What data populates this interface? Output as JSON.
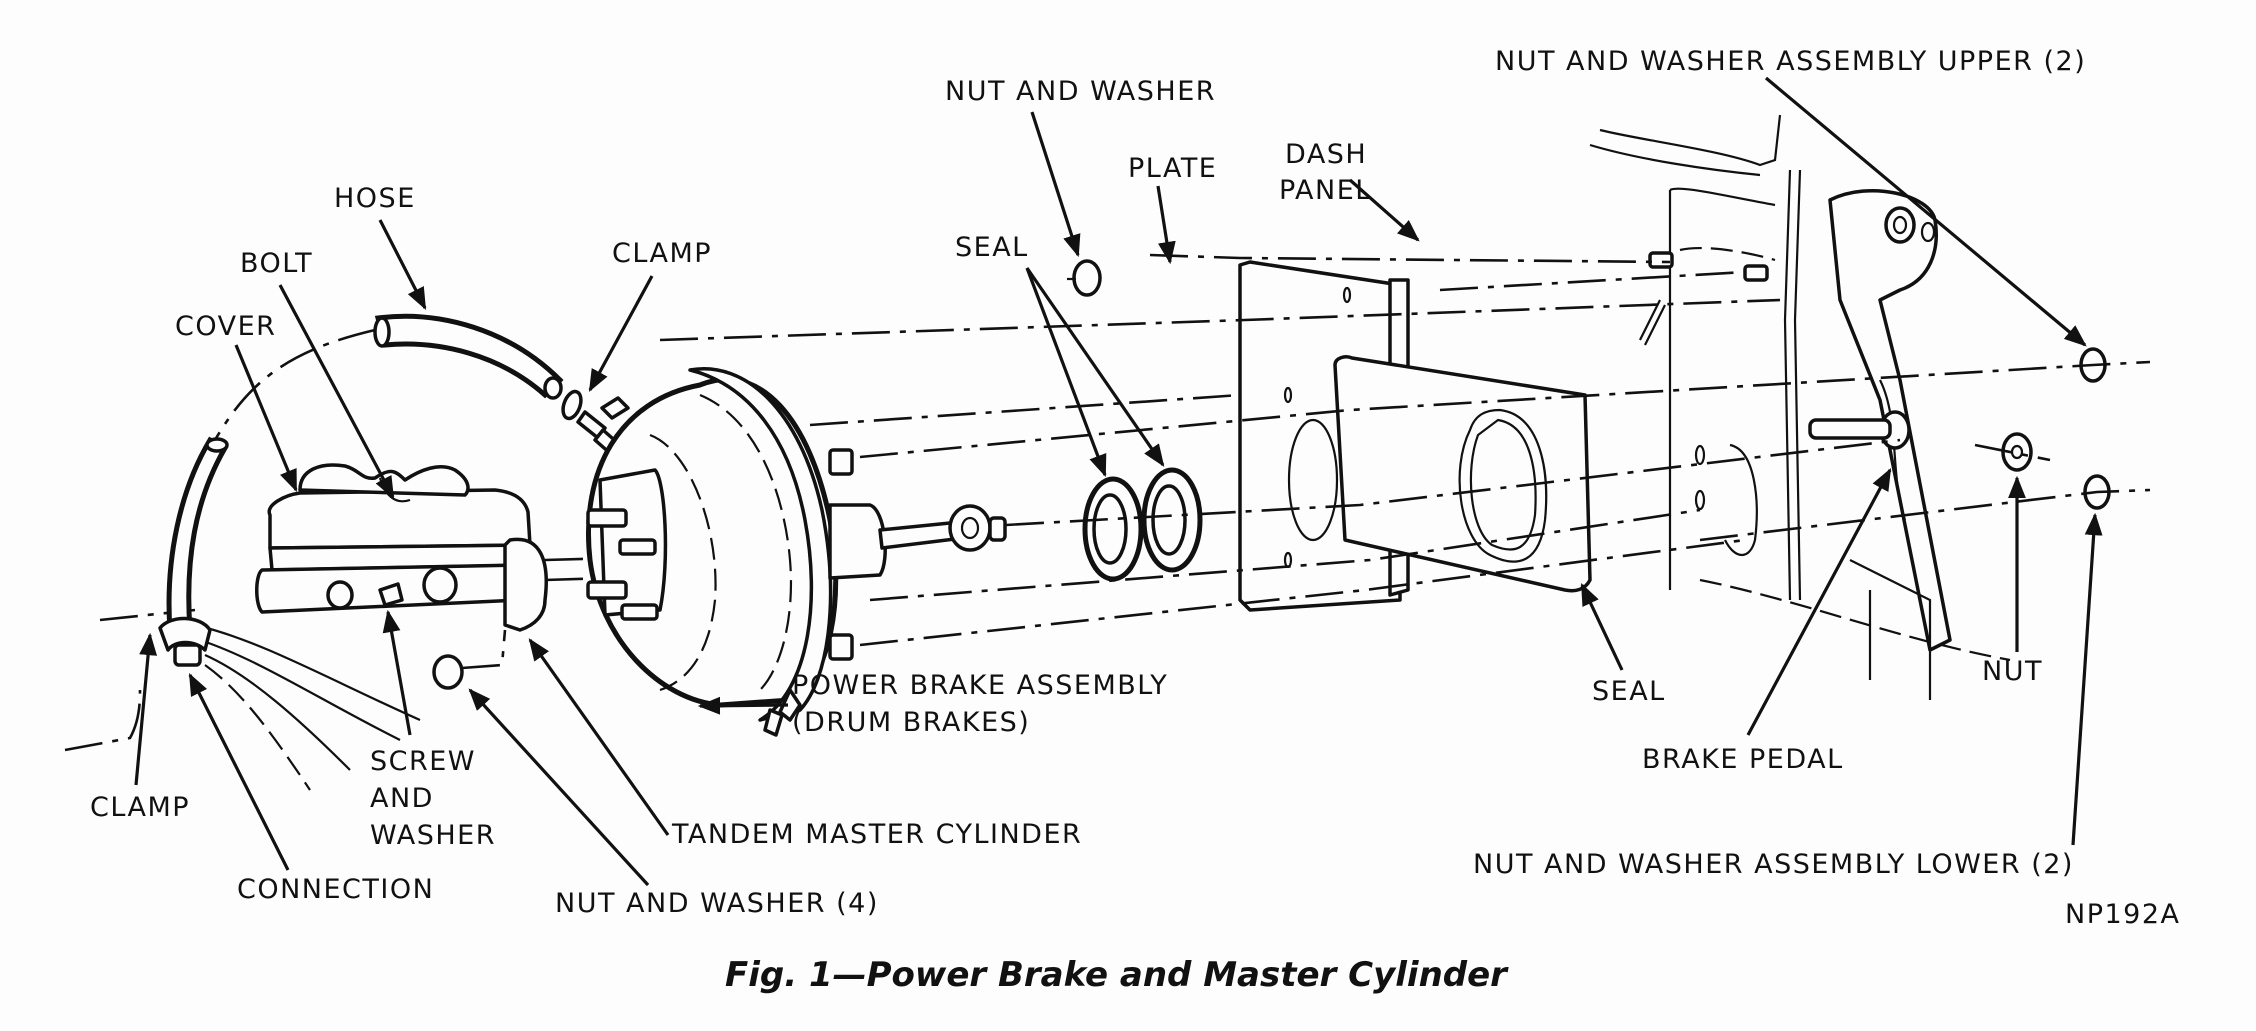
{
  "figure": {
    "caption": "Fig. 1—Power Brake and Master Cylinder",
    "figure_id": "NP192A"
  },
  "labels": {
    "hose": "HOSE",
    "bolt": "BOLT",
    "cover": "COVER",
    "clamp_top": "CLAMP",
    "clamp_bottom": "CLAMP",
    "connection": "CONNECTION",
    "screw_and_washer": [
      "SCREW",
      "AND",
      "WASHER"
    ],
    "nut_and_washer_4": "NUT AND WASHER (4)",
    "tandem_master_cylinder": "TANDEM MASTER CYLINDER",
    "power_brake_assembly": [
      "POWER BRAKE ASSEMBLY",
      "(DRUM BRAKES)"
    ],
    "nut_and_washer": "NUT AND WASHER",
    "seal_top": "SEAL",
    "plate": "PLATE",
    "dash_panel": [
      "DASH",
      "PANEL"
    ],
    "nut_washer_upper": "NUT AND WASHER ASSEMBLY UPPER (2)",
    "nut_washer_lower": "NUT AND WASHER ASSEMBLY LOWER (2)",
    "seal_bottom": "SEAL",
    "brake_pedal": "BRAKE PEDAL",
    "nut": "NUT"
  },
  "colors": {
    "ink": "#111111",
    "paper": "#fdfdfd"
  }
}
